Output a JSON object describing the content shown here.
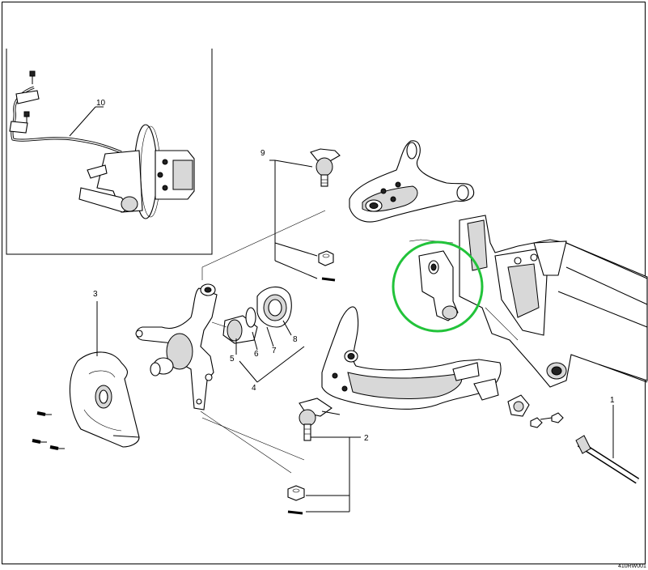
{
  "figure": {
    "reference_code": "410RW001",
    "highlight_color": "#22c33a",
    "callouts": [
      {
        "id": "c1",
        "label": "1"
      },
      {
        "id": "c2",
        "label": "2"
      },
      {
        "id": "c3",
        "label": "3"
      },
      {
        "id": "c4",
        "label": "4"
      },
      {
        "id": "c5",
        "label": "5"
      },
      {
        "id": "c6",
        "label": "6"
      },
      {
        "id": "c7",
        "label": "7"
      },
      {
        "id": "c8",
        "label": "8"
      },
      {
        "id": "c9",
        "label": "9"
      },
      {
        "id": "c10",
        "label": "10"
      }
    ]
  }
}
